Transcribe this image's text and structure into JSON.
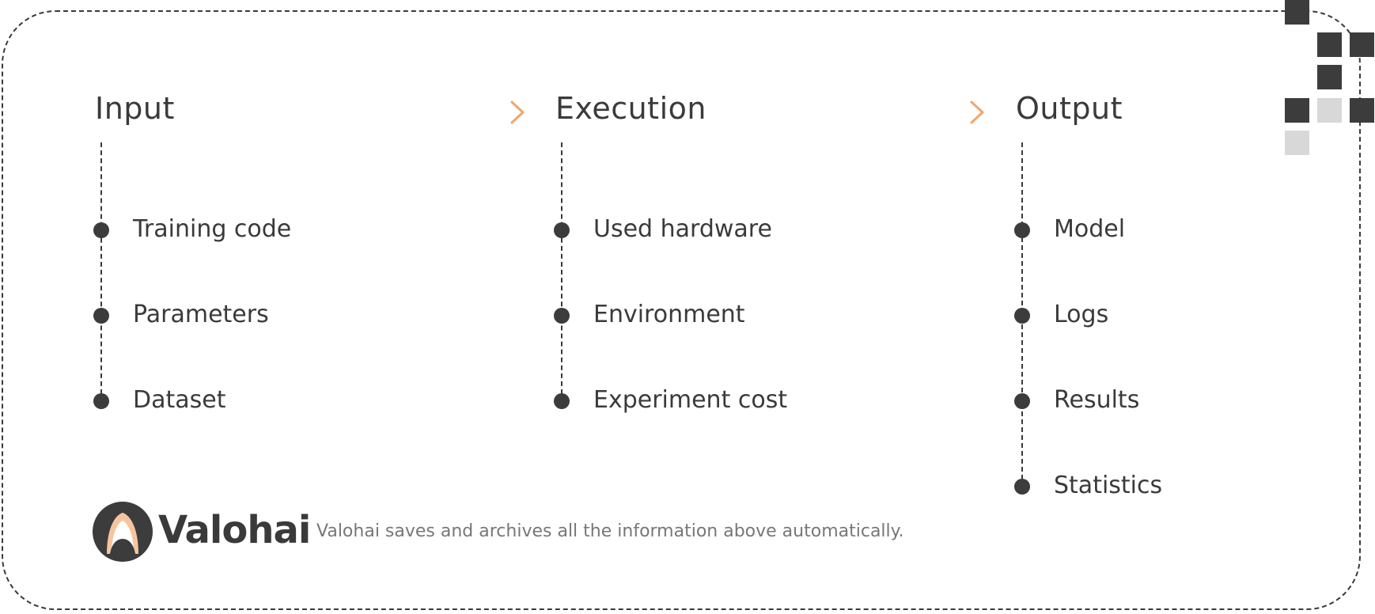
{
  "columns": [
    {
      "heading": "Input",
      "items": [
        "Training code",
        "Parameters",
        "Dataset"
      ]
    },
    {
      "heading": "Execution",
      "items": [
        "Used hardware",
        "Environment",
        "Experiment cost"
      ]
    },
    {
      "heading": "Output",
      "items": [
        "Model",
        "Logs",
        "Results",
        "Statistics"
      ]
    }
  ],
  "brand": {
    "name": "Valohai",
    "icon": "valohai-logo-icon"
  },
  "footer": {
    "note": "Valohai saves and archives all the information above automatically."
  },
  "colors": {
    "accent": "#f4a46a",
    "ink": "#3a3a3a",
    "muted": "#777777",
    "pixel_light": "#d8d8d8"
  }
}
